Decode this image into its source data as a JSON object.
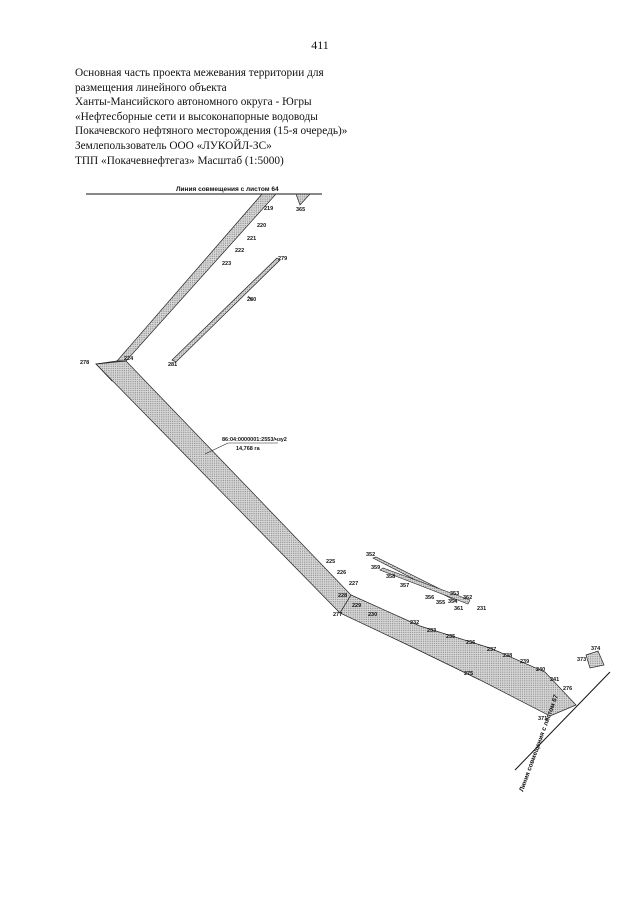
{
  "page_number": "411",
  "header": {
    "lines": [
      "Основная часть проекта межевания территории для",
      "размещения линейного объекта",
      "Ханты-Мансийского автономного округа - Югры",
      "«Нефтесборные сети и высоконапорные водоводы",
      "Покачевского нефтяного месторождения (15-я очередь)»",
      "Землепользователь ООО «ЛУКОЙЛ-ЗС»",
      "ТПП «Покачевнефтегаз» Масштаб (1:5000)"
    ]
  },
  "map": {
    "match_line_top": "Линия совмещения с листом 64",
    "match_line_bottom": "Линия совмещения с листом 67",
    "parcel_id": "86:04:0000001:2553/чзу2",
    "parcel_area": "14,768 га",
    "point_labels": [
      {
        "id": "p219",
        "text": "219"
      },
      {
        "id": "p365",
        "text": "365"
      },
      {
        "id": "p220",
        "text": "220"
      },
      {
        "id": "p221",
        "text": "221"
      },
      {
        "id": "p222",
        "text": "222"
      },
      {
        "id": "p223",
        "text": "223"
      },
      {
        "id": "p279",
        "text": "279"
      },
      {
        "id": "p280",
        "text": "280"
      },
      {
        "id": "p281",
        "text": "281"
      },
      {
        "id": "p278",
        "text": "278"
      },
      {
        "id": "p224",
        "text": "224"
      },
      {
        "id": "p225",
        "text": "225"
      },
      {
        "id": "p226",
        "text": "226"
      },
      {
        "id": "p227",
        "text": "227"
      },
      {
        "id": "p228",
        "text": "228"
      },
      {
        "id": "p229",
        "text": "229"
      },
      {
        "id": "p230",
        "text": "230"
      },
      {
        "id": "p277",
        "text": "277"
      },
      {
        "id": "p352",
        "text": "352"
      },
      {
        "id": "p359",
        "text": "359"
      },
      {
        "id": "p358",
        "text": "358"
      },
      {
        "id": "p357",
        "text": "357"
      },
      {
        "id": "p356",
        "text": "356"
      },
      {
        "id": "p355",
        "text": "355"
      },
      {
        "id": "p353",
        "text": "353"
      },
      {
        "id": "p354",
        "text": "354"
      },
      {
        "id": "p362",
        "text": "362"
      },
      {
        "id": "p361",
        "text": "361"
      },
      {
        "id": "p231",
        "text": "231"
      },
      {
        "id": "p232",
        "text": "232"
      },
      {
        "id": "p233",
        "text": "233"
      },
      {
        "id": "p235",
        "text": "235"
      },
      {
        "id": "p236",
        "text": "236"
      },
      {
        "id": "p237",
        "text": "237"
      },
      {
        "id": "p238",
        "text": "238"
      },
      {
        "id": "p239",
        "text": "239"
      },
      {
        "id": "p240",
        "text": "240"
      },
      {
        "id": "p241",
        "text": "241"
      },
      {
        "id": "p276",
        "text": "276"
      },
      {
        "id": "p275",
        "text": "275"
      },
      {
        "id": "p371",
        "text": "371"
      },
      {
        "id": "p374",
        "text": "374"
      },
      {
        "id": "p373",
        "text": "373"
      }
    ]
  }
}
